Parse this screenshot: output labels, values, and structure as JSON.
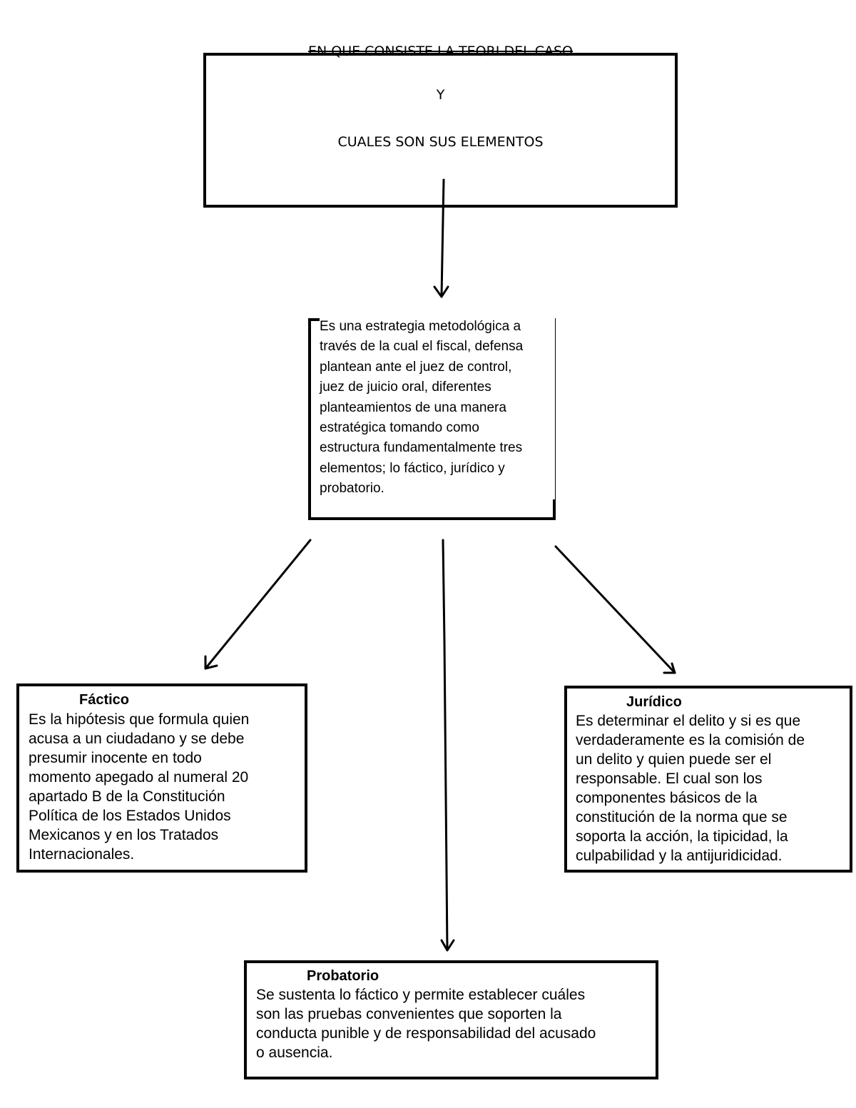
{
  "header": {
    "line1": "EN QUE CONSISTE LA TEORI DEL CASO",
    "line2": "Y",
    "line3": "CUALES SON SUS ELEMENTOS"
  },
  "definition": {
    "text": "Es una estrategia metodológica a\ntravés de la cual el fiscal, defensa\nplantean ante el juez de control,\njuez de juicio oral, diferentes\nplanteamientos de una manera\nestratégica tomando como\nestructura fundamentalmente tres\nelementos; lo fáctico, jurídico y\nprobatorio."
  },
  "elements": {
    "factico": {
      "title": "Fáctico",
      "text": "Es la hipótesis que formula quien\nacusa a un ciudadano y se debe\npresumir inocente en todo\nmomento apegado al numeral 20\napartado B de la Constitución\nPolítica de los Estados Unidos\nMexicanos y en los Tratados\nInternacionales."
    },
    "juridico": {
      "title": "Jurídico",
      "text": "Es determinar el delito y si es que\nverdaderamente es la comisión de\nun delito y quien puede ser el\nresponsable. El cual son los\ncomponentes básicos de la\nconstitución de la norma que se\nsoporta la acción, la tipicidad, la\nculpabilidad y la antijuridicidad."
    },
    "probatorio": {
      "title": "Probatorio",
      "text": "Se sustenta lo fáctico y permite establecer cuáles\nson las pruebas convenientes que soporten la\nconducta punible y de responsabilidad del acusado\no ausencia."
    }
  }
}
